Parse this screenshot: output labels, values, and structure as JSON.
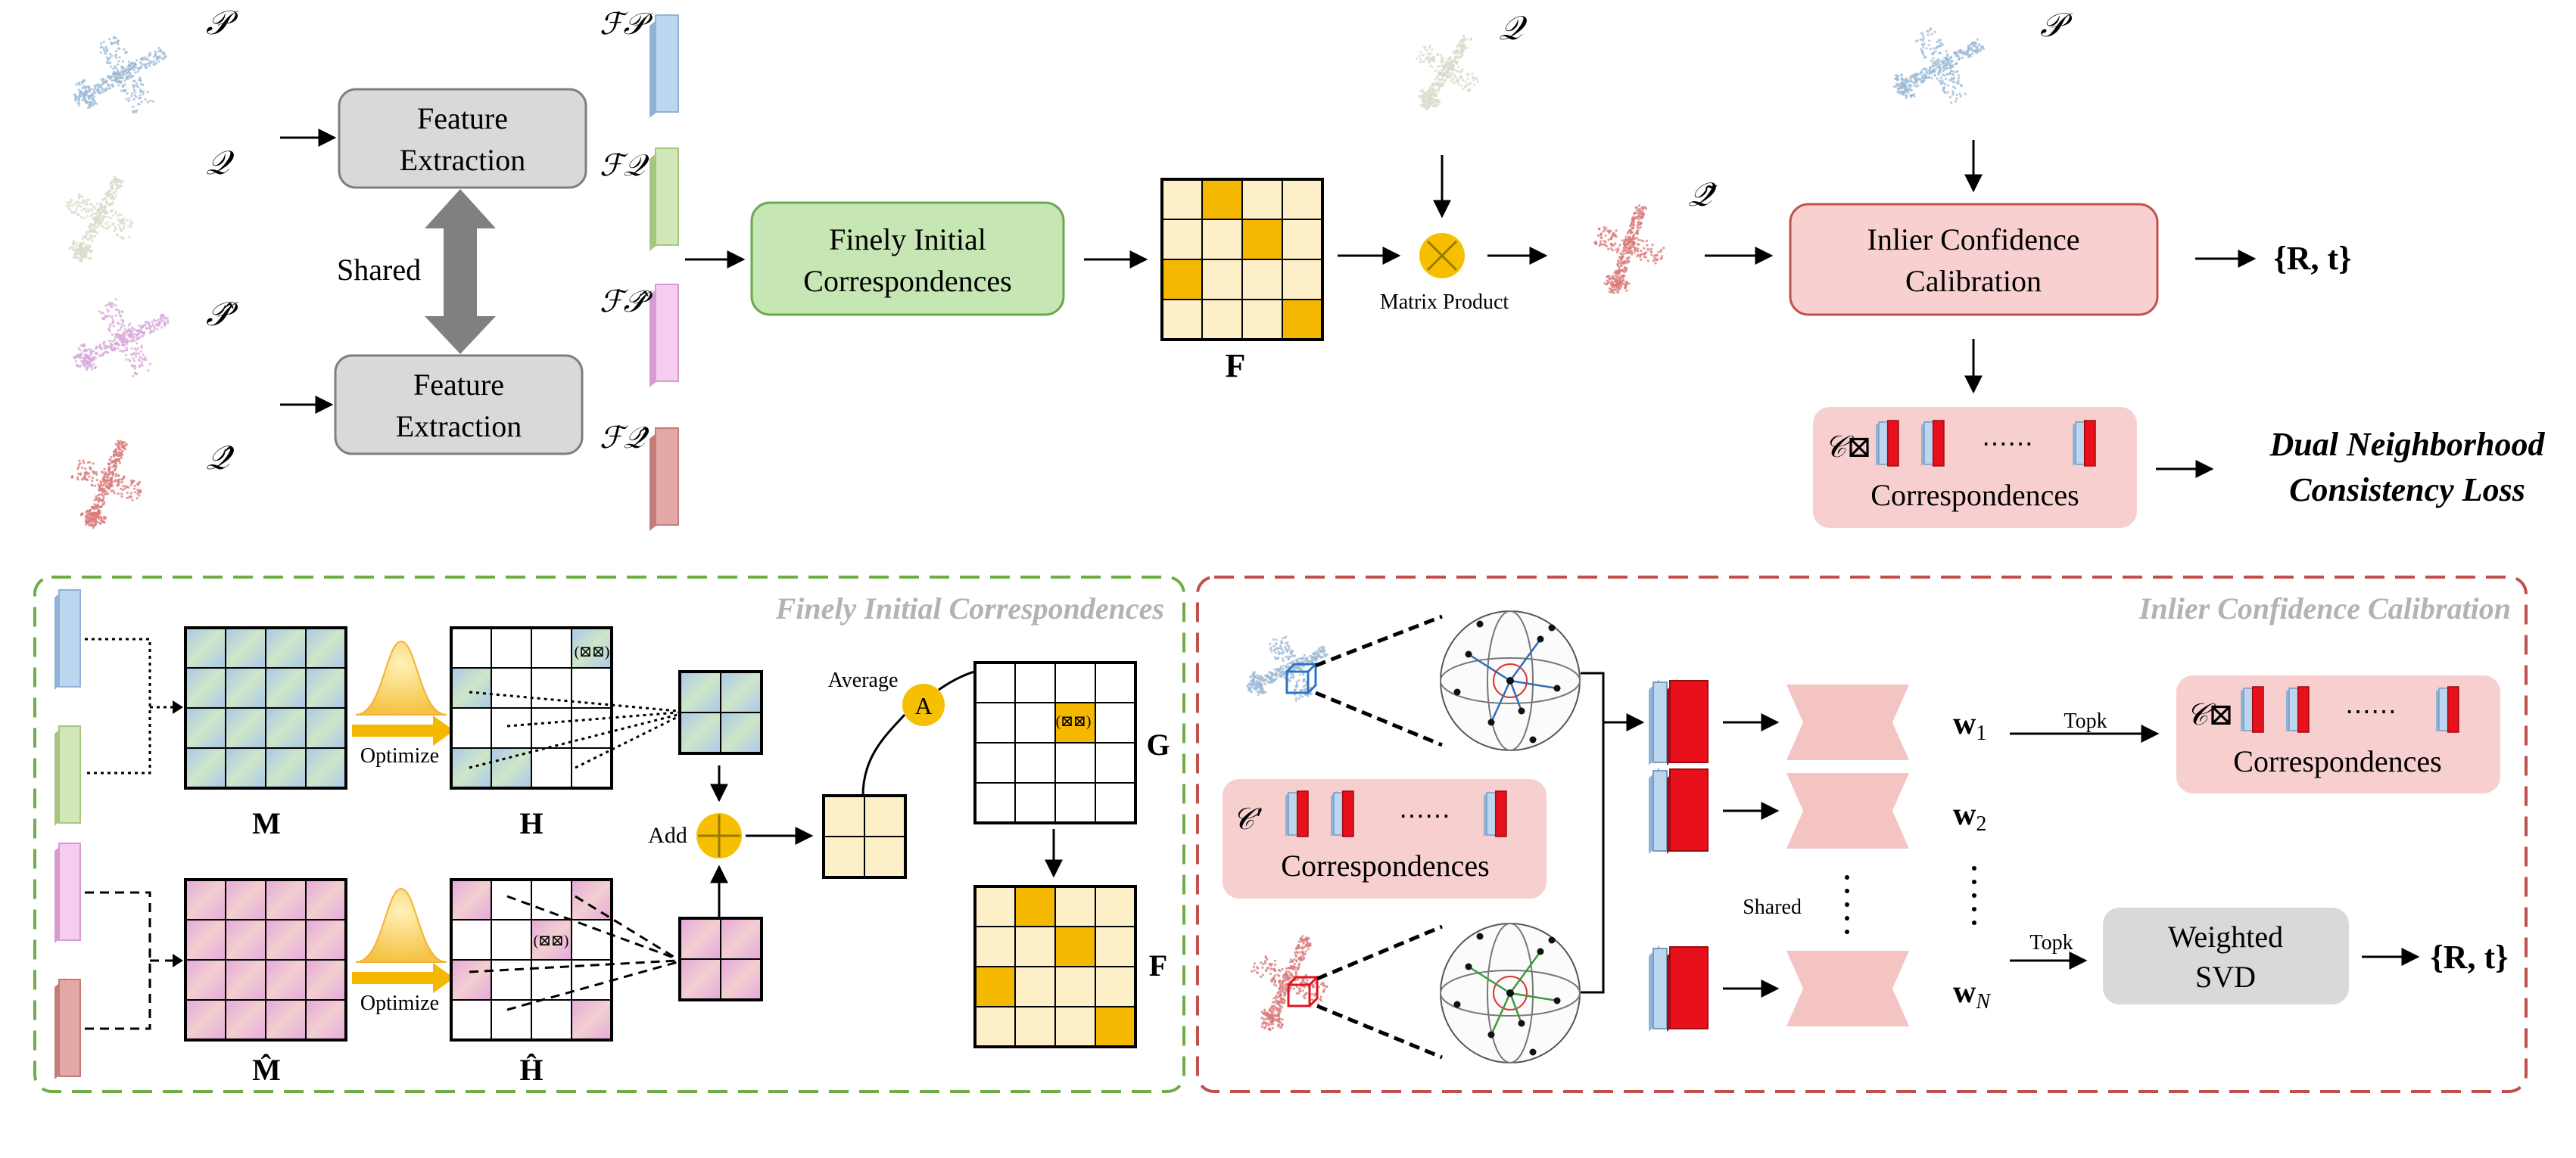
{
  "symbols": {
    "P": "𝒫",
    "Q": "𝒬",
    "P_hat": "𝒫̂",
    "Q_hat": "𝒬̂",
    "Q_tilde": "𝒬̃",
    "F_P": "ℱ𝒫",
    "F_Q": "ℱ𝒬",
    "F_P_hat": "ℱ𝒫̂",
    "F_Q_hat": "ℱ𝒬̂"
  },
  "top": {
    "feature_extraction_line1": "Feature",
    "feature_extraction_line2": "Extraction",
    "shared_label": "Shared",
    "fic_line1": "Finely Initial",
    "fic_line2": "Correspondences",
    "f_label": "F",
    "matrix_product_label": "Matrix Product",
    "icc_line1": "Inlier Confidence",
    "icc_line2": "Calibration",
    "output_rt": "{R, t}",
    "corr_symbol": "𝒞⊠",
    "corr_dots": "⋯⋯",
    "corr_label": "Correspondences",
    "loss_line1": "Dual Neighborhood",
    "loss_line2": "Consistency Loss"
  },
  "left_panel": {
    "title": "Finely Initial Correspondences",
    "m_label": "M",
    "m_hat_label": "M̂",
    "h_label": "H",
    "h_hat_label": "Ĥ",
    "optimize_label": "Optimize",
    "add_label": "Add",
    "average_label": "Average",
    "a_symbol": "A",
    "g_label": "G",
    "f_label": "F",
    "cell_mark": "(⊠⊠)"
  },
  "right_panel": {
    "title": "Inlier Confidence Calibration",
    "c_prime_symbol": "𝒞′",
    "c_symbol": "𝒞⊠",
    "dots": "⋯⋯",
    "correspondences_label": "Correspondences",
    "shared_label": "Shared",
    "w1": "w1",
    "w2": "w2",
    "wN": "wN",
    "topk": "Topk",
    "weighted_svd_line1": "Weighted",
    "weighted_svd_line2": "SVD",
    "output_rt": "{R, t}"
  },
  "colors": {
    "feature_box_fill": "#d9d9d9",
    "feature_box_stroke": "#8c8c8c",
    "fic_fill": "#c6e6b3",
    "fic_stroke": "#6aa84f",
    "icc_fill": "#f8d0d0",
    "icc_stroke": "#c0504d",
    "corr_panel_fill": "#f8cfcf",
    "svd_fill": "#d9d9d9",
    "matrix_light": "#fdf0c8",
    "matrix_accent": "#f5b800",
    "left_dash": "#70ad47",
    "right_dash": "#c0504d",
    "shared_arrow": "#808080",
    "feat_blue": "#bcd6ef",
    "feat_green": "#d2e7b8",
    "feat_pink": "#f6cdf0",
    "feat_red": "#e4a9a6",
    "red_block": "#e8101a",
    "cloud_blue": "#9dbbd6",
    "cloud_gray": "#d8dccb",
    "cloud_pink": "#d7a8d9",
    "cloud_red": "#d97a7a"
  }
}
